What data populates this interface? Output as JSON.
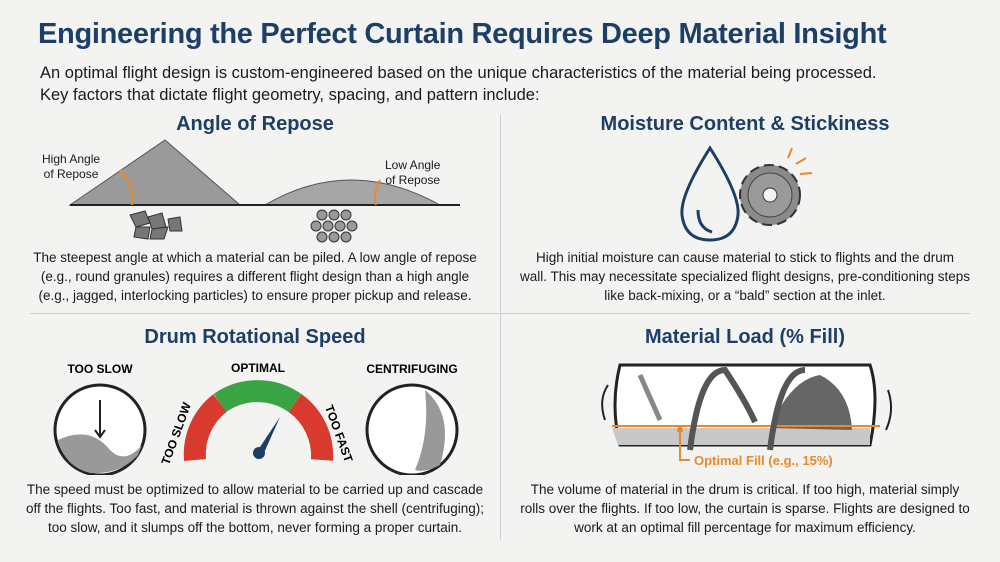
{
  "title": "Engineering the Perfect Curtain Requires Deep Material Insight",
  "intro": [
    "An optimal flight design is custom-engineered based on the unique characteristics of the material being processed.",
    "Key factors that dictate flight geometry, spacing, and pattern include:"
  ],
  "panels": {
    "repose": {
      "heading": "Angle of Repose",
      "high_label": [
        "High Angle",
        "of Repose"
      ],
      "low_label": [
        "Low Angle",
        "of Repose"
      ],
      "body": [
        "The steepest angle at which a material can be piled. A low angle of repose",
        "(e.g., round granules) requires a different flight design than a high angle",
        "(e.g., jagged, interlocking particles) to ensure proper pickup and release."
      ]
    },
    "moisture": {
      "heading": "Moisture Content & Stickiness",
      "body": [
        "High initial moisture can cause material to stick to flights and the drum",
        "wall. This may necessitate specialized flight designs, pre-conditioning steps",
        "like back-mixing, or a “bald” section at the inlet."
      ]
    },
    "speed": {
      "heading": "Drum Rotational Speed",
      "too_slow": "TOO SLOW",
      "optimal": "OPTIMAL",
      "too_fast": "TOO FAST",
      "centrifuging": "CENTRIFUGING",
      "body": [
        "The speed must be optimized to allow material to be carried up and cascade",
        "off the flights. Too fast, and material is thrown against the shell (centrifuging);",
        "too slow, and it slumps off the bottom, never forming a proper curtain."
      ]
    },
    "load": {
      "heading": "Material Load (% Fill)",
      "fill_label": "Optimal Fill (e.g., 15%)",
      "body": [
        "The volume of material in the drum is critical. If too high, material simply",
        "rolls over the flights. If too low, the curtain is sparse. Flights are designed to",
        "work at an optimal fill percentage for maximum efficiency."
      ]
    }
  },
  "colors": {
    "navy": "#1d3f66",
    "orange": "#e8892c",
    "red": "#d83a2e",
    "green": "#3aa344"
  }
}
